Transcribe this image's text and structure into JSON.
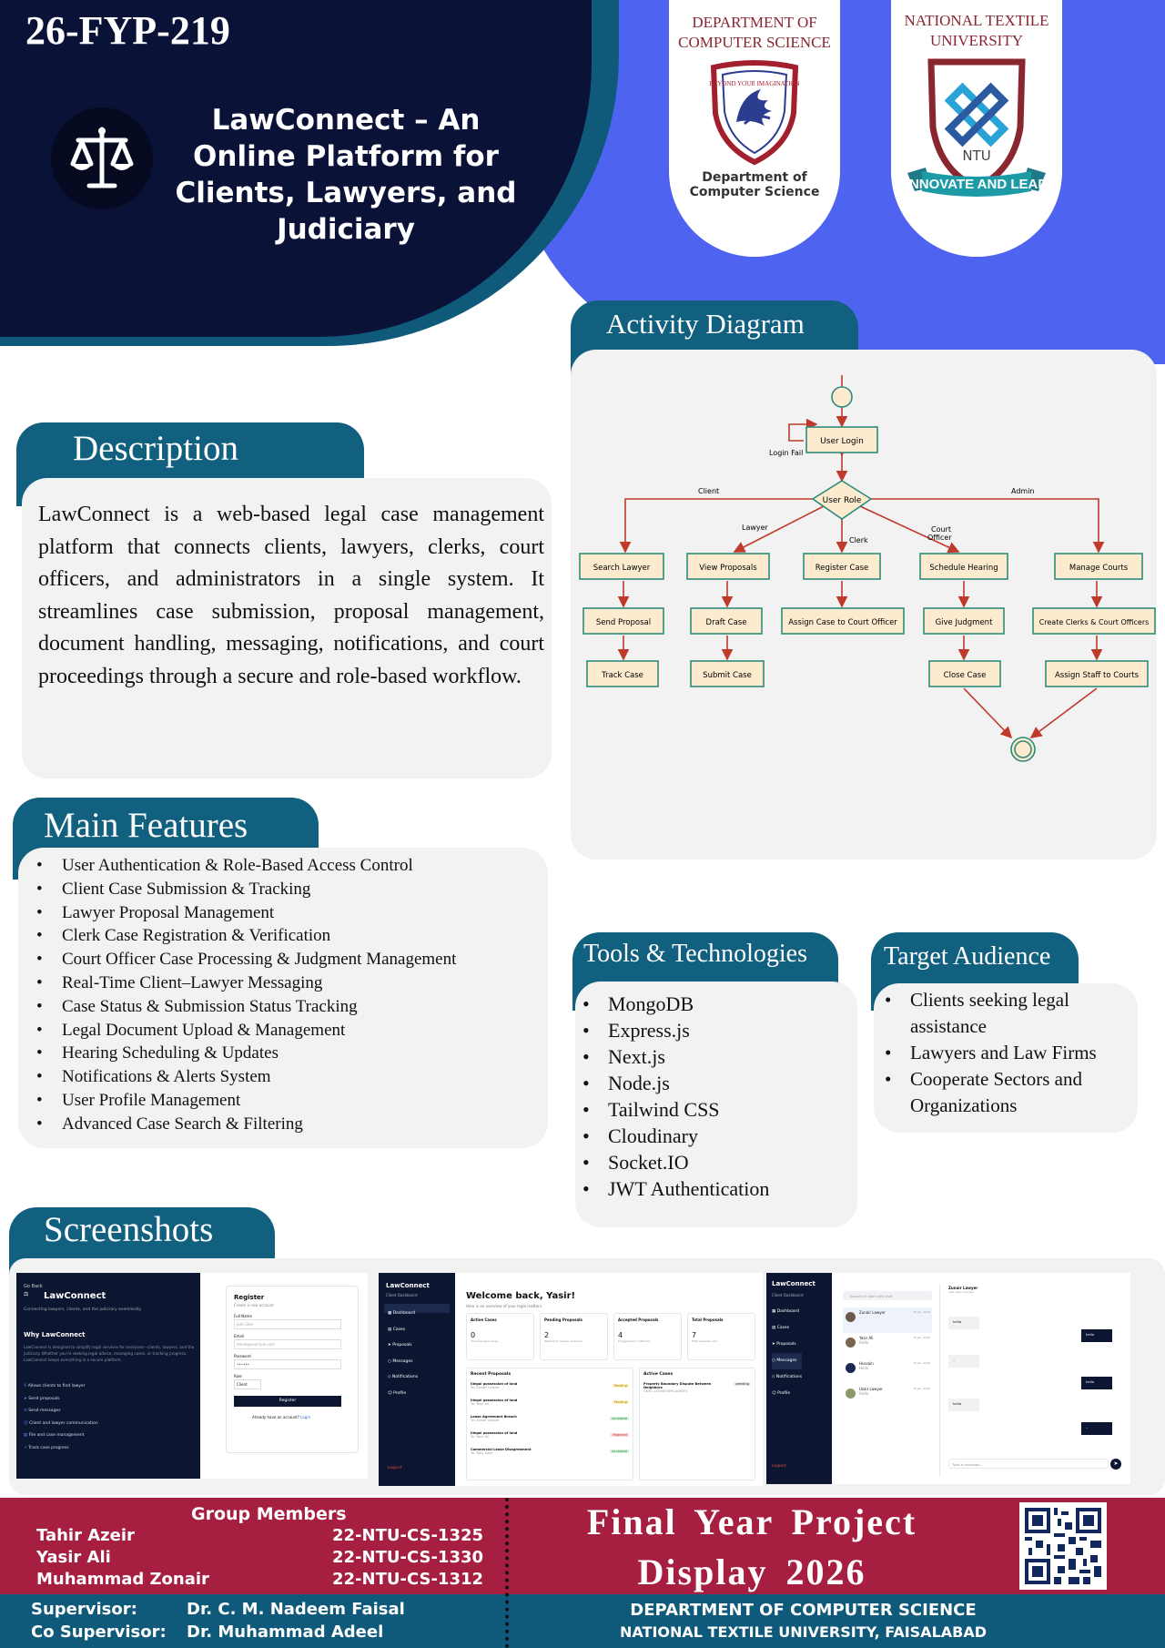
{
  "header": {
    "project_code": "26-FYP-219",
    "project_title": "LawConnect – An Online Platform for Clients, Lawyers, and Judiciary",
    "logo_icon": "scales-of-justice-icon",
    "dept_badge": {
      "title_line1": "DEPARTMENT OF",
      "title_line2": "COMPUTER SCIENCE",
      "emblem_text": "BEYOND YOUR IMAGINATION",
      "sub_line1": "Department of",
      "sub_line2": "Computer Science"
    },
    "ntu_badge": {
      "title_line1": "NATIONAL TEXTILE",
      "title_line2": "UNIVERSITY",
      "emblem_text": "NTU",
      "ribbon": "INNOVATE AND LEAD"
    }
  },
  "description": {
    "title": "Description",
    "text": "LawConnect is a web-based legal case management platform that connects clients, lawyers, clerks, court officers, and administrators in a single system. It streamlines case submission, proposal management, document handling, messaging, notifications, and court proceedings through a secure and role-based workflow."
  },
  "activity_diagram": {
    "title": "Activity Diagram",
    "nodes": {
      "login": "User Login",
      "role": "User Role",
      "search_lawyer": "Search Lawyer",
      "view_proposals": "View Proposals",
      "register_case": "Register Case",
      "schedule_hearing": "Schedule Hearing",
      "manage_courts": "Manage Courts",
      "send_proposal": "Send Proposal",
      "draft_case": "Draft Case",
      "assign_case": "Assign Case to Court Officer",
      "give_judgment": "Give Judgment",
      "create_clerks": "Create Clerks & Court Officers",
      "track_case": "Track Case",
      "submit_case": "Submit Case",
      "close_case": "Close Case",
      "assign_staff": "Assign Staff to Courts"
    },
    "edge_labels": {
      "login_fail": "Login Fail",
      "client": "Client",
      "lawyer": "Lawyer",
      "clerk": "Clerk",
      "court_officer_1": "Court",
      "court_officer_2": "Officer",
      "admin": "Admin"
    }
  },
  "features": {
    "title": "Main Features",
    "items": [
      "User Authentication & Role-Based Access Control",
      "Client Case Submission & Tracking",
      "Lawyer Proposal Management",
      "Clerk Case Registration & Verification",
      "Court Officer Case Processing & Judgment Management",
      "Real-Time Client–Lawyer Messaging",
      "Case Status & Submission Status Tracking",
      "Legal Document Upload & Management",
      "Hearing Scheduling & Updates",
      "Notifications & Alerts System",
      "User Profile Management",
      "Advanced Case Search & Filtering"
    ]
  },
  "tools": {
    "title": "Tools & Technologies",
    "items": [
      "MongoDB",
      "Express.js",
      "Next.js",
      "Node.js",
      "Tailwind CSS",
      "Cloudinary",
      "Socket.IO",
      "JWT Authentication"
    ]
  },
  "audience": {
    "title": "Target Audience",
    "items": [
      "Clients seeking legal assistance",
      "Lawyers and Law Firms",
      "Cooperate Sectors and Organizations"
    ]
  },
  "screenshots": {
    "title": "Screenshots",
    "shot1": {
      "go_back": "Go Back",
      "brand": "LawConnect",
      "tagline": "Connecting lawyers, clients, and the judiciary seamlessly.",
      "why": "Why LawConnect",
      "why_text": "LawConnect is designed to simplify legal services for everyone—clients, lawyers, and the judiciary. Whether you're seeking legal advice, managing cases, or tracking progress, LawConnect keeps everything in a secure platform.",
      "bullets": [
        "Allows clients to find lawyer",
        "Send proposals",
        "Send messages",
        "Client and lawyer communication",
        "File and case management",
        "Track case progress"
      ],
      "form_title": "Register",
      "form_sub": "Create a new account",
      "full_name_label": "Full Name",
      "full_name_value": "John Doe",
      "email_label": "Email",
      "email_value": "email@example.com",
      "password_label": "Password",
      "password_value": "••••••",
      "role_label": "Role",
      "role_value": "Client",
      "register_button": "Register",
      "login_prompt": "Already have an account?",
      "login_link": "Login"
    },
    "shot2": {
      "brand": "LawConnect",
      "sub": "Client Dashboard",
      "nav": [
        "Dashboard",
        "Cases",
        "Proposals",
        "Messages",
        "Notifications",
        "Profile"
      ],
      "logout": "Logout",
      "welcome": "Welcome back, Yasir!",
      "welcome_sub": "Here is an overview of your legal matters.",
      "stats": [
        {
          "label": "Active Cases",
          "value": "0",
          "note": "Ongoing legal cases"
        },
        {
          "label": "Pending Proposals",
          "value": "2",
          "note": "Waiting for lawyer response"
        },
        {
          "label": "Accepted Proposals",
          "value": "4",
          "note": "Engagement confirmed"
        },
        {
          "label": "Total Proposals",
          "value": "7",
          "note": "Total requests sent"
        }
      ],
      "recent_title": "Recent Proposals",
      "recent": [
        {
          "title": "Illegal possession of land",
          "to": "To: Zonair Lawyer",
          "status": "Pending"
        },
        {
          "title": "Illegal possession of land",
          "to": "To: Yasir Ali",
          "status": "Pending"
        },
        {
          "title": "Lease Agreement Breach",
          "to": "To: Zonair Lawyer",
          "status": "Accepted"
        },
        {
          "title": "Illegal possession of land",
          "to": "To: Yasir Ali",
          "status": "Rejected"
        },
        {
          "title": "Commercial Lease Disagreement",
          "to": "To: Tahir Azeir",
          "status": "Accepted"
        }
      ],
      "active_title": "Active Cases",
      "active_case": "Property Boundary Dispute Between Neighbors",
      "active_case_id": "CASE-1234567890-A5B5F1",
      "active_status": "pending"
    },
    "shot3": {
      "brand": "LawConnect",
      "sub": "Client Dashboard",
      "nav": [
        "Dashboard",
        "Cases",
        "Proposals",
        "Messages",
        "Notifications",
        "Profile"
      ],
      "logout": "Logout",
      "search_placeholder": "Search or start new chat",
      "contacts": [
        {
          "name": "Zunair Lawyer",
          "preview": "...",
          "time": "19 Jan, 2026"
        },
        {
          "name": "Yasir Ali",
          "preview": "Hello",
          "time": "19 Jan, 2026"
        },
        {
          "name": "Hussain",
          "preview": "Hello",
          "time": "19 Jan, 2026"
        },
        {
          "name": "Uzair Lawyer",
          "preview": "Hello",
          "time": "19 Jan, 2026"
        }
      ],
      "chat_name": "Zunair Lawyer",
      "chat_status": "Last seen recently",
      "messages": [
        "hello",
        "hello",
        "..",
        "hello",
        "hello",
        ".."
      ],
      "input_placeholder": "Type a message..."
    }
  },
  "footer": {
    "group_title": "Group Members",
    "members": [
      {
        "name": "Tahir  Azeir",
        "id": "22-NTU-CS-1325"
      },
      {
        "name": "Yasir Ali",
        "id": "22-NTU-CS-1330"
      },
      {
        "name": "Muhammad Zonair",
        "id": "22-NTU-CS-1312"
      }
    ],
    "supervisor_label": "Supervisor:",
    "supervisor": "Dr. C. M. Nadeem Faisal",
    "co_supervisor_label": "Co Supervisor:",
    "co_supervisor": "Dr. Muhammad Adeel",
    "display_line1": "Final  Year  Project",
    "display_line2": "Display  2026",
    "dept_line1": "DEPARTMENT OF COMPUTER SCIENCE",
    "dept_line2": "NATIONAL TEXTILE UNIVERSITY, FAISALABAD",
    "qr_icon": "qr-code-icon"
  },
  "colors": {
    "navy": "#0a1238",
    "teal": "#12607f",
    "blue": "#4f63f1",
    "crimson": "#a61f41",
    "panel": "#f2f2f2",
    "diagram_box": "#fcebcf",
    "diagram_border": "#2e8b7a",
    "arrow": "#c0392b"
  }
}
